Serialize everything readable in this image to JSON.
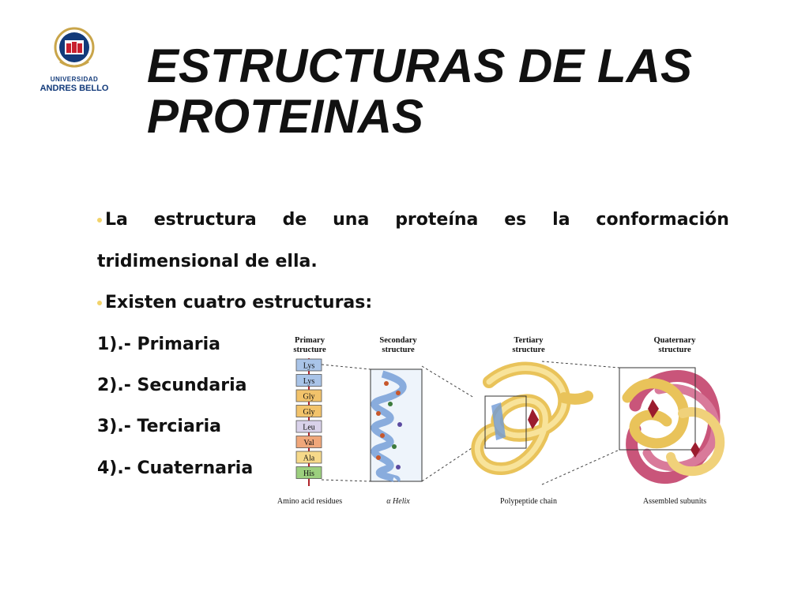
{
  "logo": {
    "line1": "UNIVERSIDAD",
    "line2": "ANDRES BELLO",
    "brand_color": "#123a7a"
  },
  "title": {
    "line1": "ESTRUCTURAS DE LAS",
    "line2": "PROTEINAS"
  },
  "body": {
    "para1_words": [
      "La",
      "estructura",
      "de",
      "una",
      "proteína",
      "es",
      "la",
      "conformación"
    ],
    "para1_line2": "tridimensional  de ella.",
    "para2": "Existen cuatro estructuras:",
    "list": [
      "1).- Primaria",
      "2).- Secundaria",
      "3).- Terciaria",
      "4).- Cuaternaria"
    ]
  },
  "figure": {
    "headers": [
      {
        "line1": "Primary",
        "line2": "structure"
      },
      {
        "line1": "Secondary",
        "line2": "structure"
      },
      {
        "line1": "Tertiary",
        "line2": "structure"
      },
      {
        "line1": "Quaternary",
        "line2": "structure"
      }
    ],
    "residues": [
      "Lys",
      "Lys",
      "Gly",
      "Gly",
      "Leu",
      "Val",
      "Ala",
      "His"
    ],
    "residue_colors": [
      "#a9c4e8",
      "#a9c4e8",
      "#f2c36b",
      "#f2c36b",
      "#d9d2ea",
      "#f0a77a",
      "#f6d98a",
      "#9ccf7e"
    ],
    "captions": [
      "Amino acid residues",
      "α Helix",
      "Polypeptide chain",
      "Assembled subunits"
    ]
  }
}
